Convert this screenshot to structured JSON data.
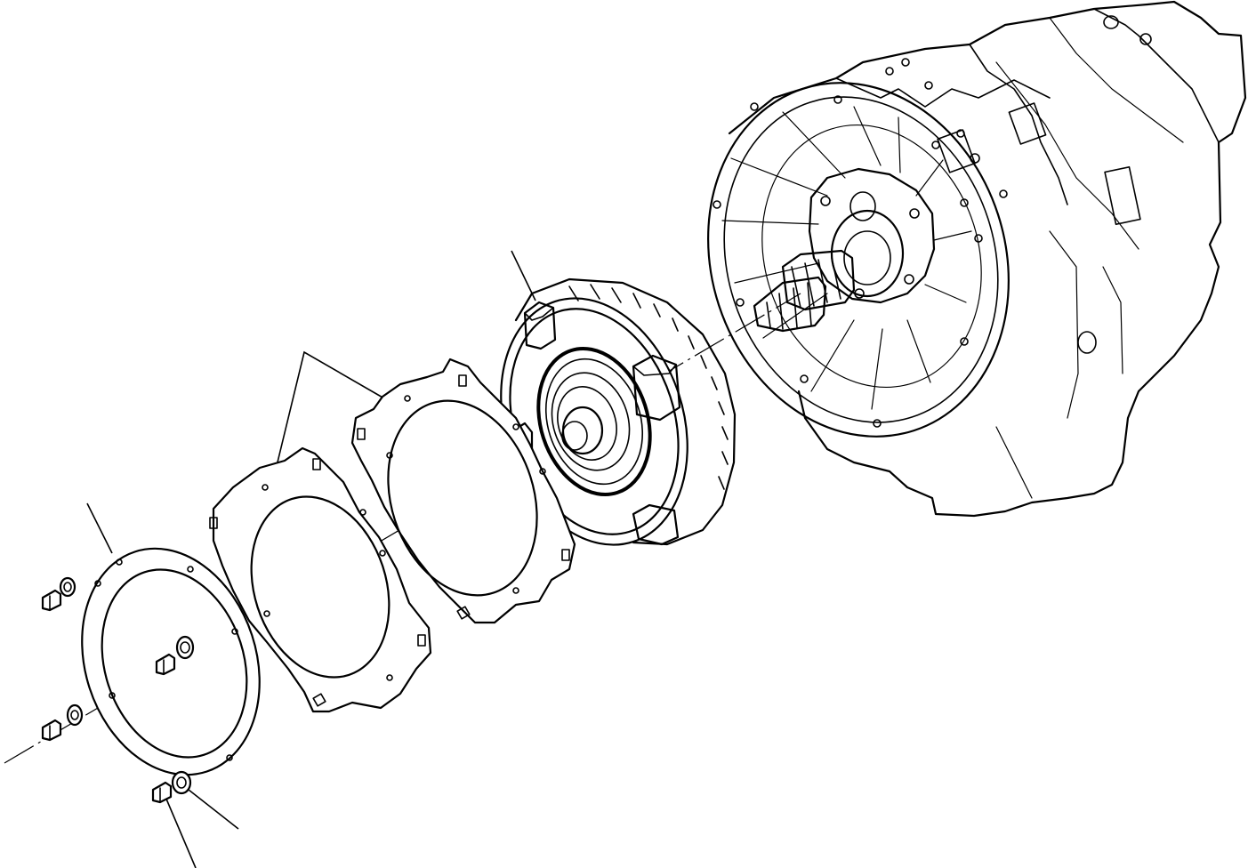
{
  "drawing": {
    "kind": "exploded parts diagram",
    "parts": [
      {
        "id": "transmission-housing"
      },
      {
        "id": "torque-converter"
      },
      {
        "id": "drive-plate"
      },
      {
        "id": "drive-plate-spacer"
      },
      {
        "id": "cover-plate"
      },
      {
        "id": "bolts-and-washers"
      }
    ],
    "callout_labels": []
  }
}
